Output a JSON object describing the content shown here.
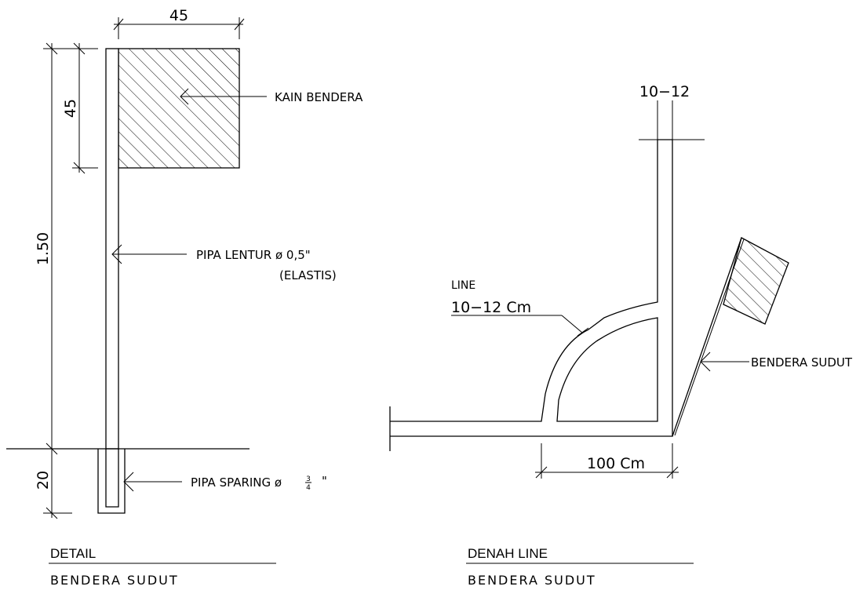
{
  "detail": {
    "dim_flag_width": "45",
    "dim_flag_height": "45",
    "dim_pole_height": "1.50",
    "dim_embed": "20",
    "label_flag_cloth": "KAIN BENDERA",
    "label_pipe": "PIPA LENTUR ø 0,5\"",
    "label_pipe_note": "(ELASTIS)",
    "label_sleeve": "PIPA SPARING ø",
    "label_sleeve_num": "3",
    "label_sleeve_den": "4",
    "label_sleeve_inch": "\"",
    "title": "DETAIL",
    "subtitle": "BENDERA SUDUT"
  },
  "plan": {
    "dim_top": "10−12",
    "label_line": "LINE",
    "label_line_width": "10−12  Cm",
    "dim_bottom": "100  Cm",
    "label_corner_flag": "BENDERA SUDUT",
    "title": "DENAH LINE",
    "subtitle": "BENDERA SUDUT"
  }
}
